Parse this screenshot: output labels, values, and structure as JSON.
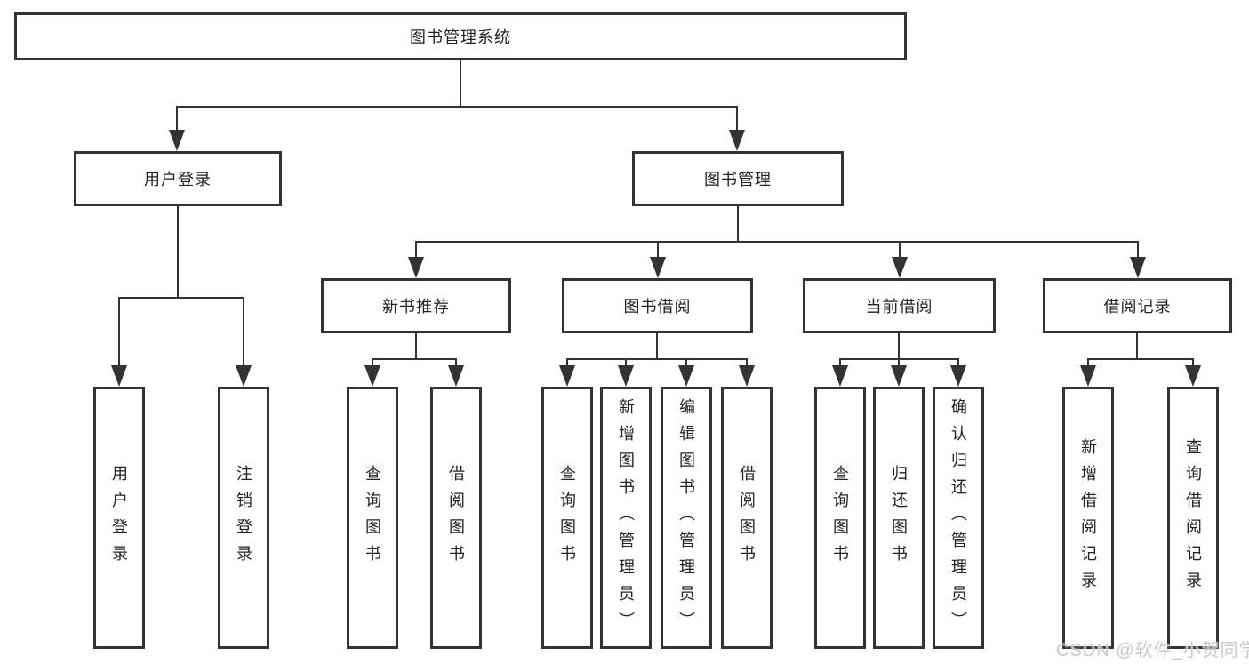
{
  "diagram": {
    "root": {
      "label": "图书管理系统"
    },
    "branches": [
      {
        "label": "用户登录",
        "children": [
          {
            "label": "用户登录"
          },
          {
            "label": "注销登录"
          }
        ]
      },
      {
        "label": "图书管理",
        "children": [
          {
            "label": "新书推荐",
            "children": [
              {
                "label": "查询图书"
              },
              {
                "label": "借阅图书"
              }
            ]
          },
          {
            "label": "图书借阅",
            "children": [
              {
                "label": "查询图书"
              },
              {
                "label": "新增图书（管理员）"
              },
              {
                "label": "编辑图书（管理员）"
              },
              {
                "label": "借阅图书"
              }
            ]
          },
          {
            "label": "当前借阅",
            "children": [
              {
                "label": "查询图书"
              },
              {
                "label": "归还图书"
              },
              {
                "label": "确认归还（管理员）"
              }
            ]
          },
          {
            "label": "借阅记录",
            "children": [
              {
                "label": "新增借阅记录"
              },
              {
                "label": "查询借阅记录"
              }
            ]
          }
        ]
      }
    ]
  },
  "watermark": {
    "text": "CSDN @软件_小贺同学"
  },
  "colors": {
    "line": "#333333",
    "border": "#333333",
    "text": "#222222",
    "background": "#ffffff",
    "watermark": "#c9c9c9"
  }
}
